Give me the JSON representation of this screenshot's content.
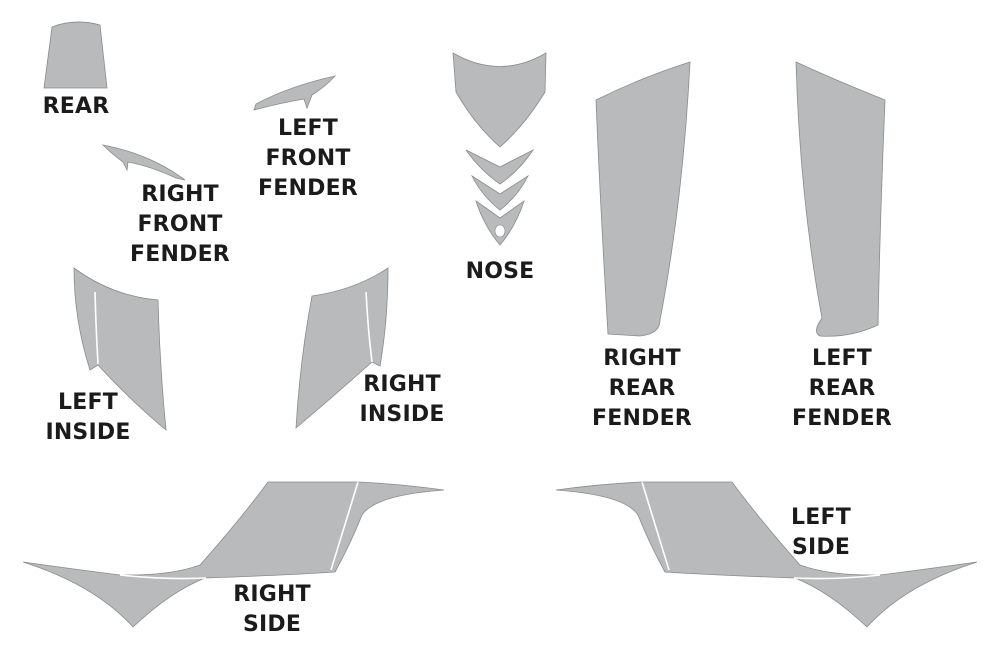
{
  "pieces": {
    "rear": {
      "lines": [
        "REAR"
      ]
    },
    "right_front_fender": {
      "lines": [
        "RIGHT",
        "FRONT",
        "FENDER"
      ]
    },
    "left_front_fender": {
      "lines": [
        "LEFT",
        "FRONT",
        "FENDER"
      ]
    },
    "nose": {
      "lines": [
        "NOSE"
      ]
    },
    "right_rear_fender": {
      "lines": [
        "RIGHT",
        "REAR",
        "FENDER"
      ]
    },
    "left_rear_fender": {
      "lines": [
        "LEFT",
        "REAR",
        "FENDER"
      ]
    },
    "left_inside": {
      "lines": [
        "LEFT",
        "INSIDE"
      ]
    },
    "right_inside": {
      "lines": [
        "RIGHT",
        "INSIDE"
      ]
    },
    "right_side": {
      "lines": [
        "RIGHT",
        "SIDE"
      ]
    },
    "left_side": {
      "lines": [
        "LEFT",
        "SIDE"
      ]
    }
  },
  "colors": {
    "piece_fill": "#b9babc",
    "label_text": "#1b1b1b",
    "background": "#ffffff"
  }
}
